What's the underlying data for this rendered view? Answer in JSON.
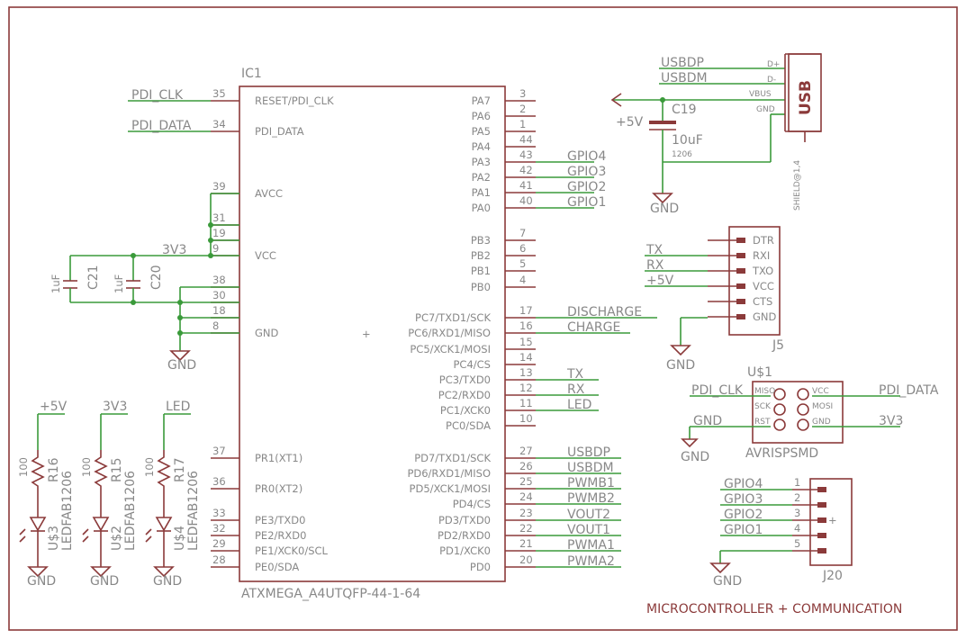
{
  "ic1": {
    "name": "IC1",
    "part": "ATXMEGA_A4UTQFP-44-1-64",
    "left_pins": [
      {
        "num": "35",
        "label": "RESET/PDI_CLK"
      },
      {
        "num": "34",
        "label": "PDI_DATA"
      },
      {
        "num": "39",
        "label": "AVCC"
      },
      {
        "num": "31",
        "label": ""
      },
      {
        "num": "19",
        "label": ""
      },
      {
        "num": "9",
        "label": "VCC"
      },
      {
        "num": "38",
        "label": ""
      },
      {
        "num": "30",
        "label": ""
      },
      {
        "num": "18",
        "label": ""
      },
      {
        "num": "8",
        "label": "GND"
      },
      {
        "num": "37",
        "label": "PR1(XT1)"
      },
      {
        "num": "36",
        "label": "PR0(XT2)"
      },
      {
        "num": "33",
        "label": "PE3/TXD0"
      },
      {
        "num": "32",
        "label": "PE2/RXD0"
      },
      {
        "num": "29",
        "label": "PE1/XCK0/SCL"
      },
      {
        "num": "28",
        "label": "PE0/SDA"
      }
    ],
    "right_pins": [
      {
        "num": "3",
        "label": "PA7"
      },
      {
        "num": "2",
        "label": "PA6"
      },
      {
        "num": "1",
        "label": "PA5"
      },
      {
        "num": "44",
        "label": "PA4"
      },
      {
        "num": "43",
        "label": "PA3"
      },
      {
        "num": "42",
        "label": "PA2"
      },
      {
        "num": "41",
        "label": "PA1"
      },
      {
        "num": "40",
        "label": "PA0"
      },
      {
        "num": "7",
        "label": "PB3"
      },
      {
        "num": "6",
        "label": "PB2"
      },
      {
        "num": "5",
        "label": "PB1"
      },
      {
        "num": "4",
        "label": "PB0"
      },
      {
        "num": "17",
        "label": "PC7/TXD1/SCK"
      },
      {
        "num": "16",
        "label": "PC6/RXD1/MISO"
      },
      {
        "num": "15",
        "label": "PC5/XCK1/MOSI"
      },
      {
        "num": "14",
        "label": "PC4/CS"
      },
      {
        "num": "13",
        "label": "PC3/TXD0"
      },
      {
        "num": "12",
        "label": "PC2/RXD0"
      },
      {
        "num": "11",
        "label": "PC1/XCK0"
      },
      {
        "num": "10",
        "label": "PC0/SDA"
      },
      {
        "num": "27",
        "label": "PD7/TXD1/SCK"
      },
      {
        "num": "26",
        "label": "PD6/RXD1/MISO"
      },
      {
        "num": "25",
        "label": "PD5/XCK1/MOSI"
      },
      {
        "num": "24",
        "label": "PD4/CS"
      },
      {
        "num": "23",
        "label": "PD3/TXD0"
      },
      {
        "num": "22",
        "label": "PD2/RXD0"
      },
      {
        "num": "21",
        "label": "PD1/XCK0"
      },
      {
        "num": "20",
        "label": "PD0"
      }
    ]
  },
  "nets": {
    "pdi_clk": "PDI_CLK",
    "pdi_data": "PDI_DATA",
    "v3v3": "3V3",
    "gnd": "GND",
    "v5": "+5V",
    "led": "LED",
    "gpio4": "GPIO4",
    "gpio3": "GPIO3",
    "gpio2": "GPIO2",
    "gpio1": "GPIO1",
    "discharge": "DISCHARGE",
    "charge": "CHARGE",
    "tx": "TX",
    "rx": "RX",
    "usbdp": "USBDP",
    "usbdm": "USBDM",
    "pwmb1": "PWMB1",
    "pwmb2": "PWMB2",
    "vout2": "VOUT2",
    "vout1": "VOUT1",
    "pwma1": "PWMA1",
    "pwma2": "PWMA2"
  },
  "caps": {
    "c21": {
      "name": "C21",
      "value": "1uF"
    },
    "c20": {
      "name": "C20",
      "value": "1uF"
    },
    "c19": {
      "name": "C19",
      "value": "10uF",
      "package": "1206"
    }
  },
  "leds": [
    {
      "res_name": "R16",
      "res_value": "100",
      "led_name": "U$3",
      "led_part": "LEDFAB1206",
      "supply": "+5V"
    },
    {
      "res_name": "R15",
      "res_value": "100",
      "led_name": "U$2",
      "led_part": "LEDFAB1206",
      "supply": "3V3"
    },
    {
      "res_name": "R17",
      "res_value": "100",
      "led_name": "U$4",
      "led_part": "LEDFAB1206",
      "supply": "LED"
    }
  ],
  "usb": {
    "name": "USB",
    "shield": "SHIELD@1,4",
    "pins": [
      "D+",
      "D-",
      "VBUS",
      "GND"
    ]
  },
  "j5": {
    "name": "J5",
    "pins": [
      "DTR",
      "RXI",
      "TXO",
      "VCC",
      "CTS",
      "GND"
    ]
  },
  "avrisp": {
    "name": "U$1",
    "part": "AVRISPSMD",
    "left_labels": [
      "MISO",
      "SCK",
      "RST"
    ],
    "right_labels": [
      "VCC",
      "MOSI",
      "GND"
    ]
  },
  "j20": {
    "name": "J20",
    "pins": [
      "1",
      "2",
      "3",
      "4",
      "5"
    ]
  },
  "sheet_title": "MICROCONTROLLER + COMMUNICATION"
}
